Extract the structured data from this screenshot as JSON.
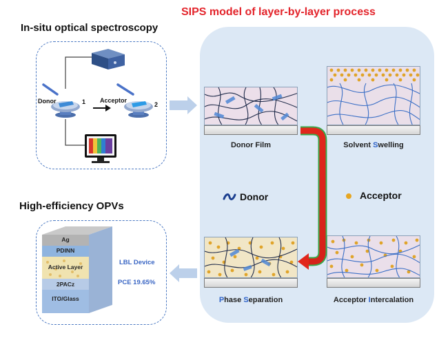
{
  "titles": {
    "left_top": "In-situ optical spectroscopy",
    "left_bottom": "High-efficiency OPVs",
    "right": "SIPS model of layer-by-layer process"
  },
  "setup": {
    "donor_label": "Donor",
    "acceptor_label": "Acceptor",
    "step1": "1",
    "step2": "2"
  },
  "device": {
    "layers": [
      "Ag",
      "PDINN",
      "Active Layer",
      "2PACz",
      "ITO/Glass"
    ],
    "device_label": "LBL Device",
    "pce_label": "PCE 19.65%"
  },
  "stages": {
    "donor_film": "Donor Film",
    "solvent_swelling": {
      "first": "Solvent ",
      "hl": "S",
      "rest": "welling"
    },
    "phase_separation": {
      "hl1": "P",
      "mid1": "hase ",
      "hl2": "S",
      "rest": "eparation"
    },
    "acceptor_intercalation": {
      "first": "Acceptor ",
      "hl": "I",
      "rest": "ntercalation"
    }
  },
  "legend": {
    "donor": "Donor",
    "acceptor": "Acceptor",
    "donor_color": "#1c3f8f",
    "acceptor_color": "#e6a622"
  },
  "colors": {
    "title_red": "#e3242b",
    "panel": "#dce8f5",
    "dash": "#4a78c2",
    "arrow_red": "#e1261c",
    "arrow_green": "#3aa84a"
  }
}
